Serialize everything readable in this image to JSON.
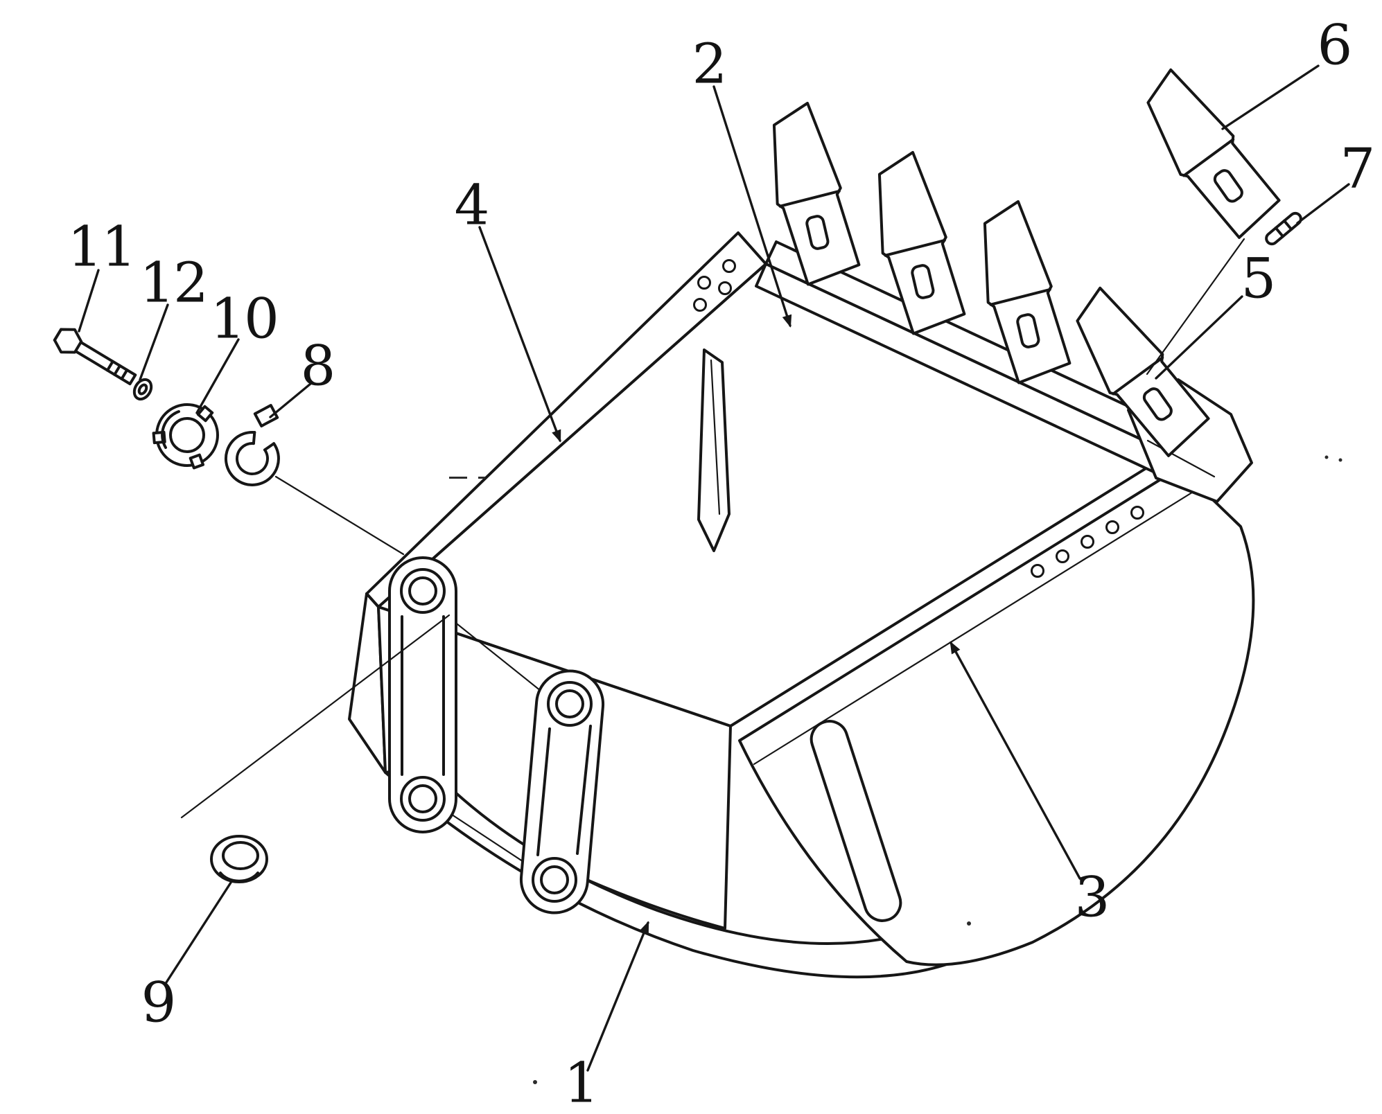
{
  "figure": {
    "kind": "exploded-parts-diagram",
    "subject": "Excavator bucket assembly",
    "background_color": "#ffffff",
    "line_color": "#161616"
  },
  "callouts": [
    {
      "label": "1",
      "part": "bucket-body"
    },
    {
      "label": "2",
      "part": "cutting-edge"
    },
    {
      "label": "3",
      "part": "side-plate"
    },
    {
      "label": "4",
      "part": "rear-edge-strip"
    },
    {
      "label": "5",
      "part": "tooth-adapter"
    },
    {
      "label": "6",
      "part": "tooth-point"
    },
    {
      "label": "7",
      "part": "tooth-lock-pin"
    },
    {
      "label": "8",
      "part": "snap-ring"
    },
    {
      "label": "9",
      "part": "plug"
    },
    {
      "label": "10",
      "part": "slotted-collar"
    },
    {
      "label": "11",
      "part": "hex-bolt"
    },
    {
      "label": "12",
      "part": "washer"
    }
  ]
}
